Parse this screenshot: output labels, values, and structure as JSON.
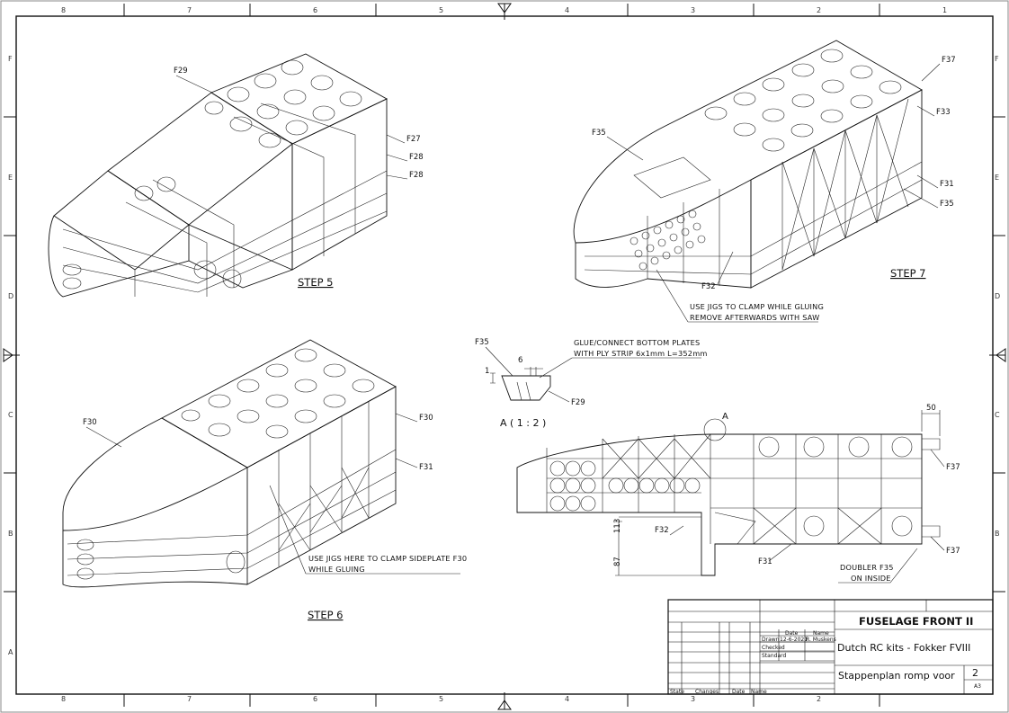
{
  "zones": {
    "columns": [
      "8",
      "7",
      "6",
      "5",
      "4",
      "3",
      "2",
      "1"
    ],
    "rows": [
      "F",
      "E",
      "D",
      "C",
      "B",
      "A"
    ]
  },
  "views": {
    "step5": {
      "title": "STEP 5",
      "parts": [
        "F29",
        "F27",
        "F28",
        "F28"
      ]
    },
    "step6": {
      "title": "STEP 6",
      "parts": [
        "F30",
        "F30",
        "F31"
      ],
      "note": [
        "USE JIGS HERE TO CLAMP SIDEPLATE F30",
        "WHILE GLUING"
      ]
    },
    "step7": {
      "title": "STEP 7",
      "parts": [
        "F37",
        "F33",
        "F35",
        "F31",
        "F35",
        "F32"
      ],
      "note": [
        "USE JIGS TO CLAMP WHILE GLUING",
        "REMOVE AFTERWARDS WITH SAW"
      ]
    },
    "detail_a": {
      "title": "A ( 1 : 2 )",
      "parts": [
        "F35",
        "F29"
      ],
      "dims": [
        "6",
        "1"
      ],
      "note": [
        "GLUE/CONNECT BOTTOM PLATES",
        "WITH PLY STRIP 6x1mm L=352mm"
      ]
    },
    "side_view": {
      "marker": "A",
      "parts": [
        "F37",
        "F32",
        "F31",
        "F37"
      ],
      "dims": [
        "50",
        "113",
        "87"
      ],
      "note": [
        "DOUBLER F35",
        "ON INSIDE"
      ]
    }
  },
  "title_block": {
    "title": "FUSELAGE FRONT II",
    "company": "Dutch RC kits - Fokker FVIII",
    "description": "Stappenplan romp voor",
    "sheet": "2",
    "format": "A3",
    "col_date": "Date",
    "col_name": "Name",
    "row_drawn": "Drawn",
    "row_checked": "Checked",
    "row_standard": "Standard",
    "drawn_date": "12-6-2021",
    "drawn_name": "R. Muskens",
    "rev_state": "State",
    "rev_changes": "Changes",
    "rev_date": "Date",
    "rev_name": "Name"
  }
}
